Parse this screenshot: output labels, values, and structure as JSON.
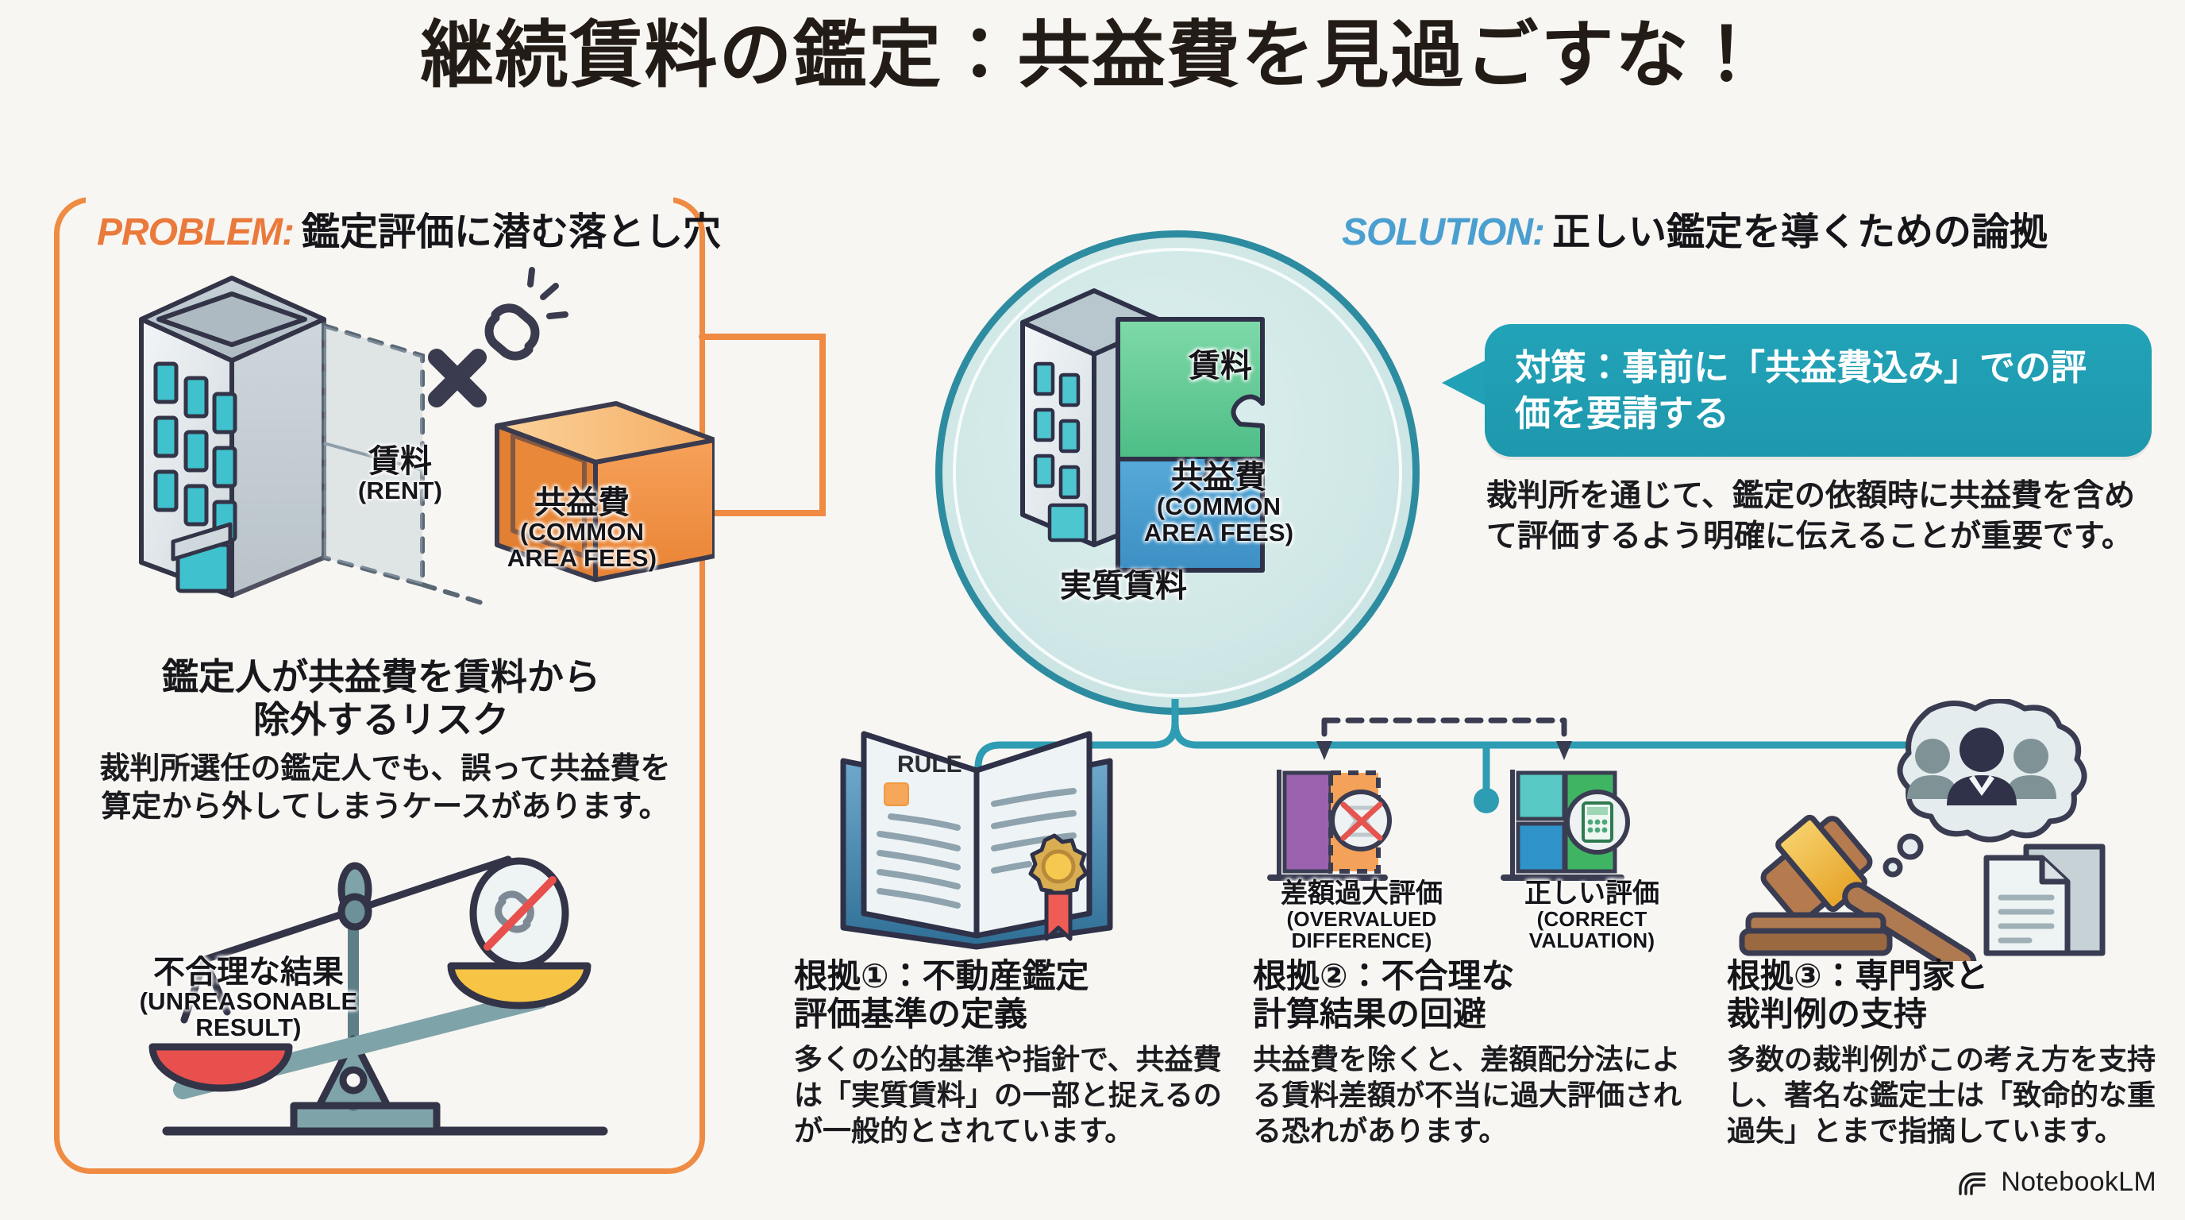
{
  "title": "継続賃料の鑑定：共益費を見過ごすな！",
  "problem": {
    "kicker": "PROBLEM:",
    "heading": "鑑定評価に潜む落とし穴",
    "building_label_jp": "賃料",
    "building_label_en": "(RENT)",
    "box_label_jp": "共益費",
    "box_label_en_1": "(COMMON",
    "box_label_en_2": "AREA FEES)",
    "lead": "鑑定人が共益費を賃料から\n除外するリスク",
    "body": "裁判所選任の鑑定人でも、誤って共益費を\n算定から外してしまうケースがあります。",
    "scale_label_jp": "不合理な結果",
    "scale_label_en_1": "(UNREASONABLE",
    "scale_label_en_2": "RESULT)"
  },
  "solution": {
    "kicker": "SOLUTION:",
    "heading": "正しい鑑定を導くための論拠",
    "callout": "対策：事前に「共益費込み」での評価を要請する",
    "body": "裁判所を通じて、鑑定の依額時に共益費を含めて評価するよう明確に伝えることが重要です。"
  },
  "center": {
    "rent_label": "賃料",
    "cafee_label_jp": "共益費",
    "cafee_label_en_1": "(COMMON",
    "cafee_label_en_2": "AREA FEES)",
    "caption": "実質賃料"
  },
  "comparison": {
    "overvalued_jp": "差額過大評価",
    "overvalued_en_1": "(OVERVALUED",
    "overvalued_en_2": "DIFFERENCE)",
    "correct_jp": "正しい評価",
    "correct_en_1": "(CORRECT",
    "correct_en_2": "VALUATION)"
  },
  "book": {
    "cover_text": "RULE"
  },
  "cards": [
    {
      "title": "根拠①：不動産鑑定\n評価基準の定義",
      "body": "多くの公的基準や指針で、共益費は「実質賃料」の一部と捉えるのが一般的とされています。"
    },
    {
      "title": "根拠②：不合理な\n計算結果の回避",
      "body": "共益費を除くと、差額配分法による賃料差額が不当に過大評価される恐れがあります。"
    },
    {
      "title": "根拠③：専門家と\n裁判例の支持",
      "body": "多数の裁判例がこの考え方を支持し、著名な鑑定士は「致命的な重過失」とまで指摘しています。"
    }
  ],
  "watermark": {
    "label": "NotebookLM"
  },
  "colors": {
    "problem_accent": "#ef8b42",
    "solution_accent": "#4b9fd0",
    "teal": "#2e9cb2",
    "callout_bg": "#21a1b6",
    "background": "#f7f6f2",
    "ink": "#2b2b3a"
  }
}
